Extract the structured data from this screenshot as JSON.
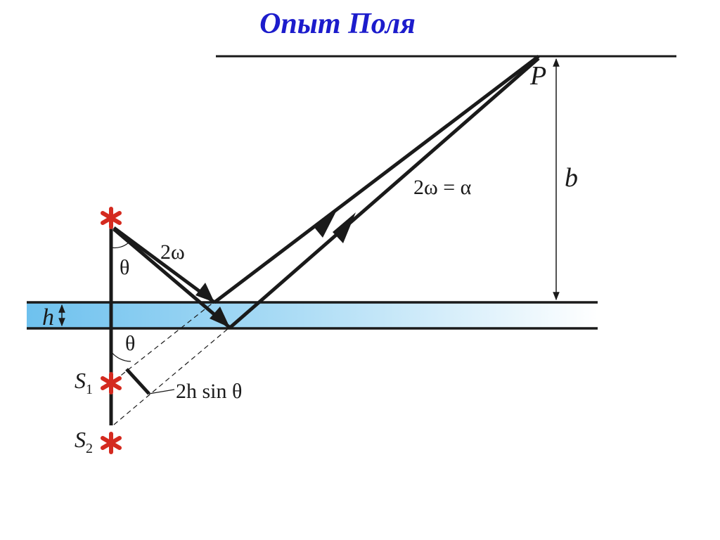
{
  "title": "Опыт Поля",
  "labels": {
    "point": "P",
    "distance": "b",
    "thickness": "h",
    "angle_top": "θ",
    "angle_bottom": "θ",
    "angle_incidence": "2ω",
    "angle_equation": "2ω = α",
    "path_difference": "2h sin θ",
    "source1": "S",
    "source1_sub": "1",
    "source2": "S",
    "source2_sub": "2"
  },
  "colors": {
    "title": "#1c1ccc",
    "film_left": "#6ec1ee",
    "film_right": "#ffffff",
    "source_star": "#d42a1f",
    "lines": "#1a1a1a"
  },
  "icons": {
    "source": "asterisk-source-icon"
  }
}
